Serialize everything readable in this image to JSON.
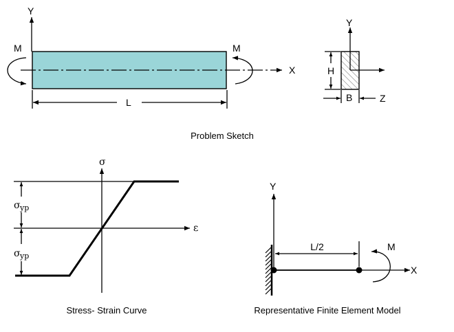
{
  "colors": {
    "beam_fill": "#9ad5d8",
    "beam_stroke": "#000000",
    "hatch": "#555555",
    "line": "#000000"
  },
  "problem_sketch": {
    "caption": "Problem Sketch",
    "beam": {
      "axis_y": "Y",
      "axis_x": "X",
      "moment_left": "M",
      "moment_right": "M",
      "length_label": "L"
    },
    "cross_section": {
      "axis_y": "Y",
      "axis_z": "Z",
      "height_label": "H",
      "width_label": "B"
    }
  },
  "stress_strain": {
    "caption": "Stress- Strain Curve",
    "sigma_label": "σ",
    "epsilon_label": "ε",
    "yield_top_sym": "σ",
    "yield_top_sub": "yp",
    "yield_bottom_sym": "σ",
    "yield_bottom_sub": "yp"
  },
  "fe_model": {
    "caption": "Representative Finite Element Model",
    "axis_y": "Y",
    "axis_x": "X",
    "length_label": "L/2",
    "moment_label": "M"
  }
}
